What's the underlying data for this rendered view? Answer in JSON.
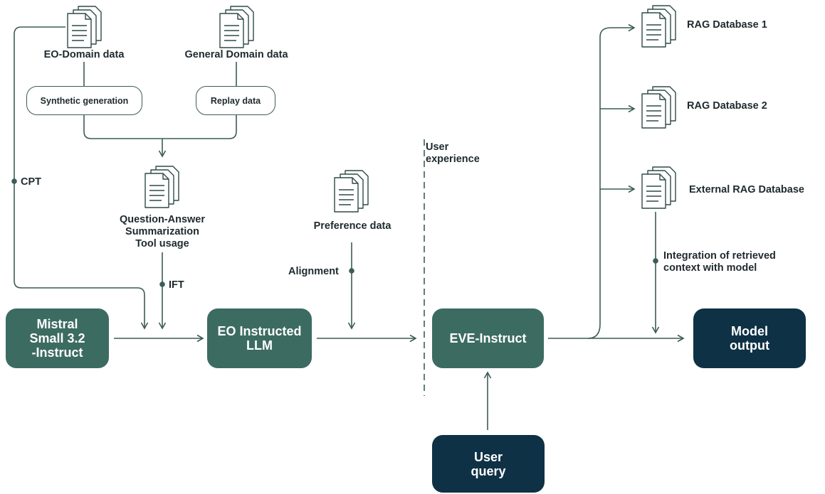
{
  "colors": {
    "model_box": "#3c6b62",
    "endpoint_box": "#0e3145",
    "connector": "#3c5c57",
    "text": "#1e2a2e"
  },
  "sources": {
    "eo_domain": "EO-Domain data",
    "general_domain": "General Domain data",
    "synthetic_generation": "Synthetic generation",
    "replay_data": "Replay data",
    "qa_summary": "Question-Answer\nSummarization\nTool usage",
    "preference_data": "Preference data"
  },
  "edges": {
    "cpt": "CPT",
    "ift": "IFT",
    "alignment": "Alignment",
    "integration": "Integration of retrieved\ncontext with model"
  },
  "nodes": {
    "mistral": "Mistral\nSmall 3.2\n-Instruct",
    "eo_llm": "EO Instructed\nLLM",
    "eve": "EVE-Instruct",
    "model_output": "Model\noutput",
    "user_query": "User\nquery"
  },
  "user_experience": "User\nexperience",
  "rag": {
    "db1": "RAG Database 1",
    "db2": "RAG Database 2",
    "external": "External RAG Database"
  },
  "icons": [
    "document-stack-icon"
  ]
}
